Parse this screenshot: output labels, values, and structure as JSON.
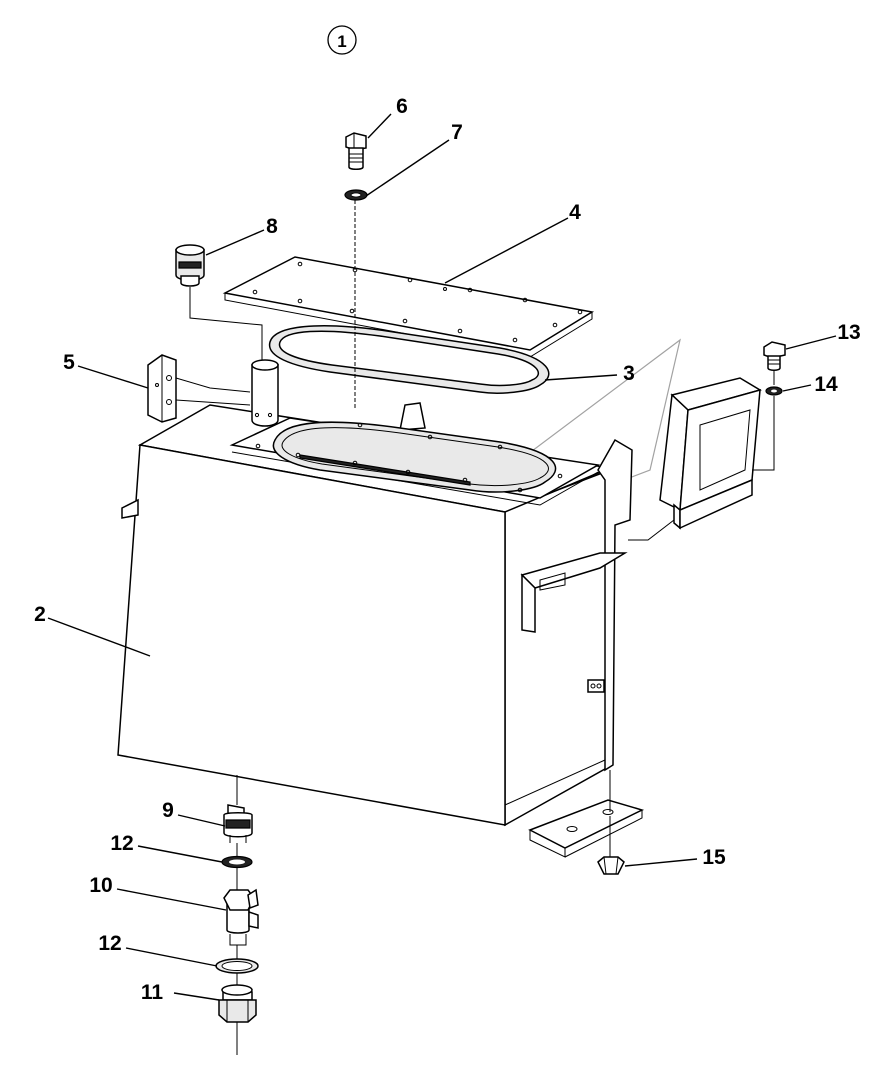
{
  "assembly_callout": "1",
  "callouts": [
    {
      "id": "c2",
      "label": "2",
      "part": "tank"
    },
    {
      "id": "c3",
      "label": "3",
      "part": "gasket"
    },
    {
      "id": "c4",
      "label": "4",
      "part": "cover-plate"
    },
    {
      "id": "c5",
      "label": "5",
      "part": "bracket"
    },
    {
      "id": "c6",
      "label": "6",
      "part": "bolt"
    },
    {
      "id": "c7",
      "label": "7",
      "part": "washer"
    },
    {
      "id": "c8",
      "label": "8",
      "part": "filler-cap"
    },
    {
      "id": "c9",
      "label": "9",
      "part": "adapter-fitting"
    },
    {
      "id": "c10",
      "label": "10",
      "part": "drain-valve"
    },
    {
      "id": "c11",
      "label": "11",
      "part": "plug"
    },
    {
      "id": "c12a",
      "label": "12",
      "part": "seal-ring-upper"
    },
    {
      "id": "c12b",
      "label": "12",
      "part": "seal-ring-lower"
    },
    {
      "id": "c13",
      "label": "13",
      "part": "bolt-side"
    },
    {
      "id": "c14",
      "label": "14",
      "part": "washer-side"
    },
    {
      "id": "c15",
      "label": "15",
      "part": "nut"
    }
  ]
}
